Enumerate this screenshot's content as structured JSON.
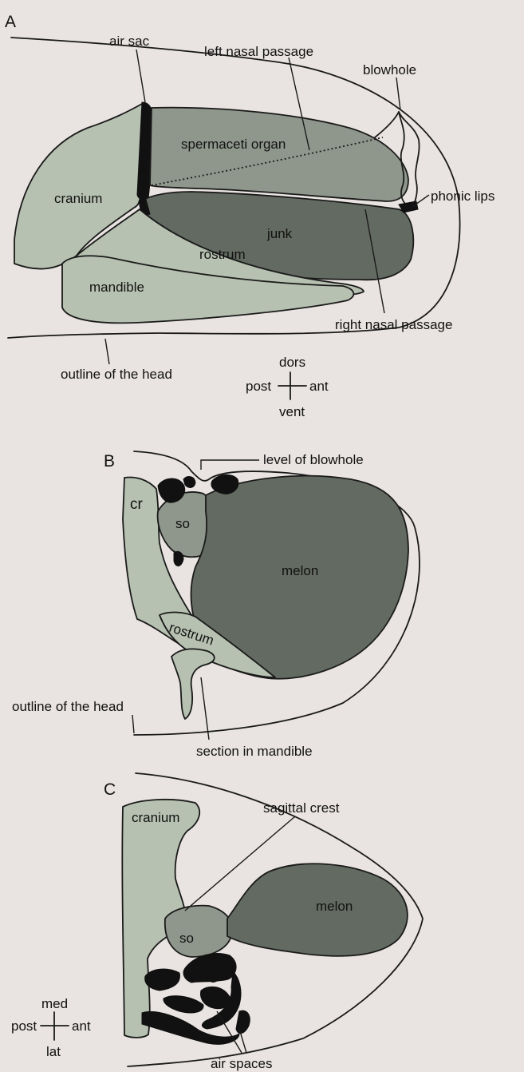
{
  "panel_a": {
    "letter": "A",
    "labels": {
      "air_sac": "air sac",
      "left_nasal_passage": "left nasal passage",
      "blowhole": "blowhole",
      "spermaceti_organ": "spermaceti organ",
      "cranium": "cranium",
      "phonic_lips": "phonic lips",
      "junk": "junk",
      "rostrum": "rostrum",
      "mandible": "mandible",
      "right_nasal_passage": "right nasal passage",
      "outline_of_head": "outline of the head"
    },
    "orientation": {
      "up": "dors",
      "left": "post",
      "right": "ant",
      "down": "vent"
    }
  },
  "panel_b": {
    "letter": "B",
    "labels": {
      "level_of_blowhole": "level of blowhole",
      "cr": "cr",
      "so": "so",
      "melon": "melon",
      "rostrum": "rostrum",
      "outline_of_head": "outline of the head",
      "section_in_mandible": "section in mandible"
    }
  },
  "panel_c": {
    "letter": "C",
    "labels": {
      "sagittal_crest": "sagittal crest",
      "cranium": "cranium",
      "melon": "melon",
      "so": "so",
      "air_spaces": "air spaces"
    },
    "orientation": {
      "up": "med",
      "left": "post",
      "right": "ant",
      "down": "lat"
    }
  },
  "colors": {
    "background": "#e9e4e1",
    "bone": "#b6c1b1",
    "organ_mid": "#8f978c",
    "organ_dark": "#636a61",
    "air": "#111111"
  }
}
